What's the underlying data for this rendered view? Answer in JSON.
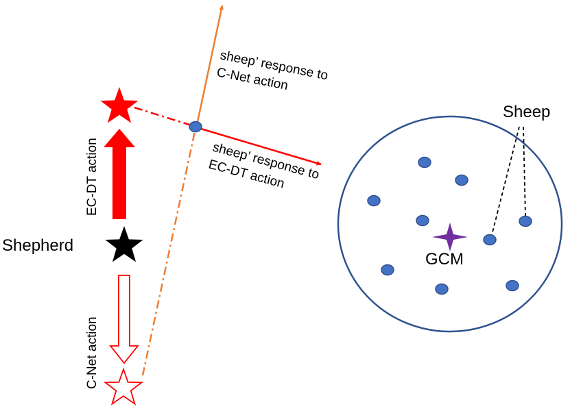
{
  "labels": {
    "response_cnet_line1": "sheep’ response to",
    "response_cnet_line2": "C-Net action",
    "response_ecdt_line1": "sheep’ response to",
    "response_ecdt_line2": "EC-DT action",
    "ecdt_action": "EC-DT action",
    "cnet_action": "C-Net action",
    "shepherd": "Shepherd",
    "sheep": "Sheep",
    "gcm": "GCM"
  },
  "colors": {
    "red": "#ff0000",
    "orange": "#ed7d31",
    "sheep_fill": "#4472c4",
    "sheep_stroke": "#2f528f",
    "herd_outline": "#2f528f",
    "gcm": "#7030a0",
    "black": "#000000"
  },
  "icons": {
    "ecdt_target": "red-filled-star",
    "shepherd": "black-star",
    "cnet_target": "red-outline-star",
    "gcm": "purple-four-point-star",
    "sheep": "blue-ellipse"
  }
}
